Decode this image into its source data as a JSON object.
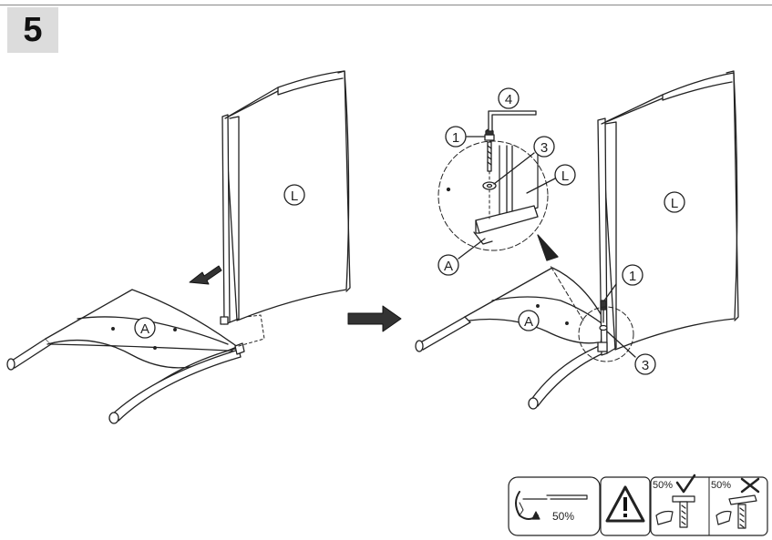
{
  "step_number": "5",
  "parts": {
    "frame_left": "A",
    "panel_left": "L",
    "panel_right": "L",
    "frame_right": "A"
  },
  "callouts": {
    "bolt": "1",
    "washer": "3",
    "hex_key": "4",
    "detail_panel": "L",
    "detail_frame": "A",
    "bolt_main": "1",
    "washer_main": "3"
  },
  "notice": {
    "torque_percent": "50%",
    "correct_percent": "50%",
    "incorrect_percent": "50%"
  }
}
